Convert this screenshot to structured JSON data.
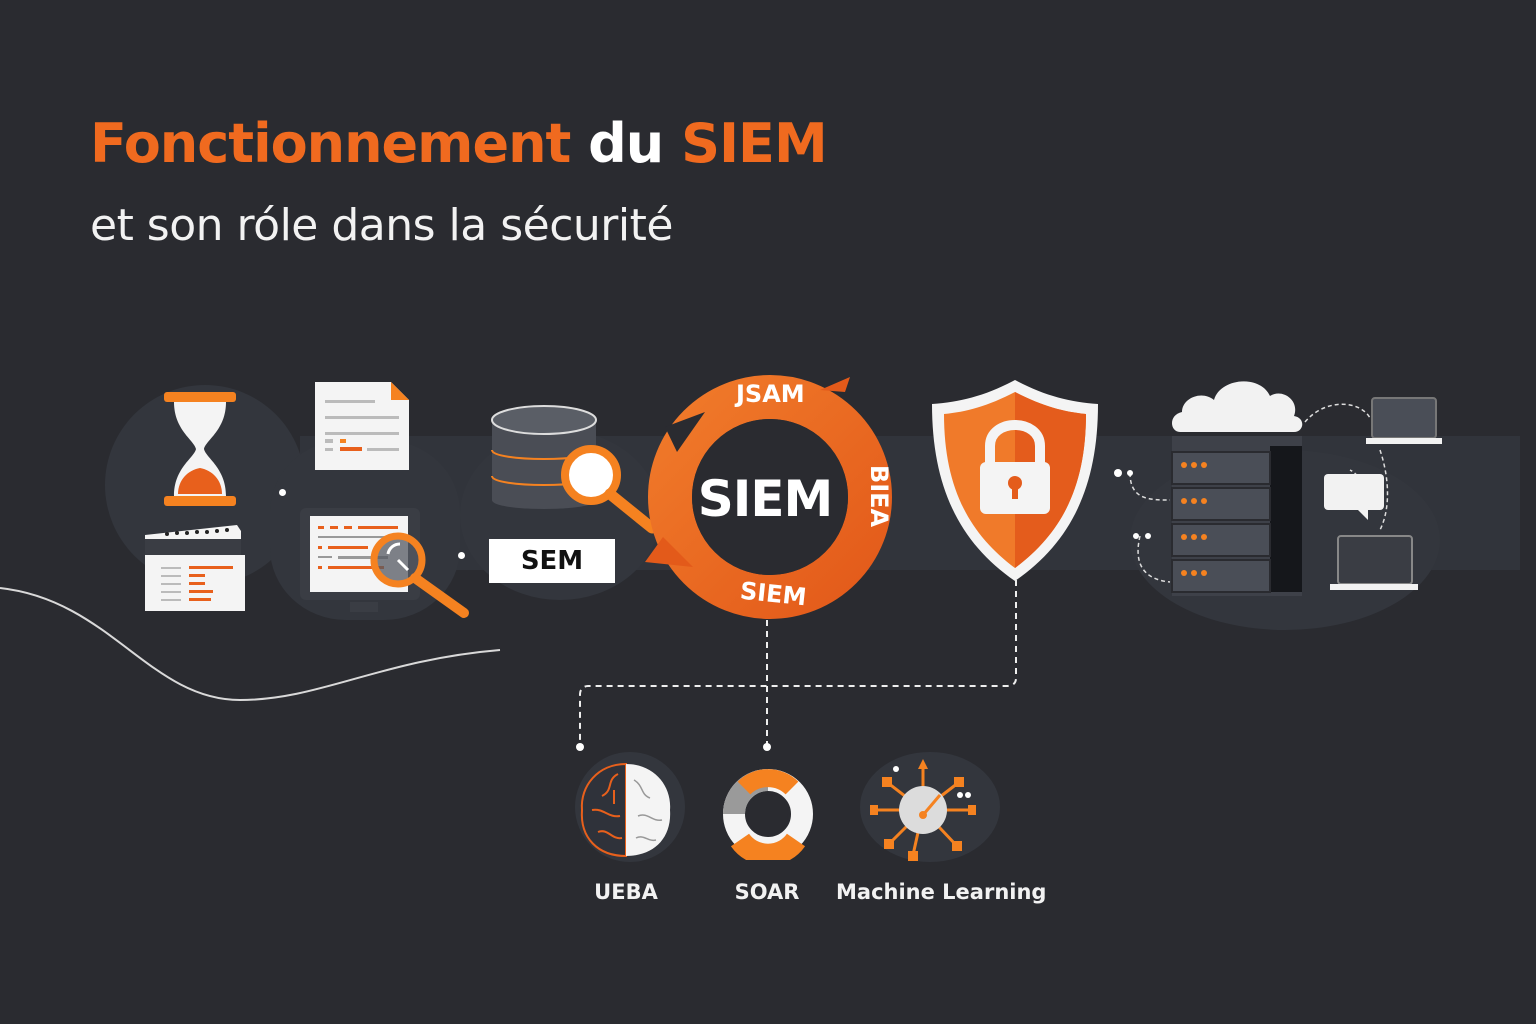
{
  "header": {
    "title_part1": "Fonctionnement",
    "title_part2": "du",
    "title_part3": "SIEM",
    "subtitle": "et son róle dans la sécurité"
  },
  "colors": {
    "background": "#2a2b30",
    "accent": "#f06a1f",
    "text": "#ffffff",
    "panel": "#33363d"
  },
  "flow": {
    "sources": [
      {
        "icon": "hourglass-icon"
      },
      {
        "icon": "document-icon"
      },
      {
        "icon": "log-window-icon"
      },
      {
        "icon": "monitor-search-icon"
      }
    ],
    "sem": {
      "icon": "database-search-icon",
      "label": "SEM"
    },
    "cycle": {
      "center_label": "SIEM",
      "ring_labels": [
        "JSAM",
        "BIEA",
        "SIEM"
      ]
    },
    "shield": {
      "icon": "shield-lock-icon"
    },
    "infrastructure": {
      "icons": [
        "cloud-icon",
        "server-rack-icon",
        "laptop-icon",
        "chat-icon",
        "laptop-icon"
      ]
    }
  },
  "modules": [
    {
      "label": "UEBA",
      "icon": "brain-icon"
    },
    {
      "label": "SOAR",
      "icon": "ring-gear-icon"
    },
    {
      "label": "Machine Learning",
      "icon": "network-node-icon"
    }
  ]
}
